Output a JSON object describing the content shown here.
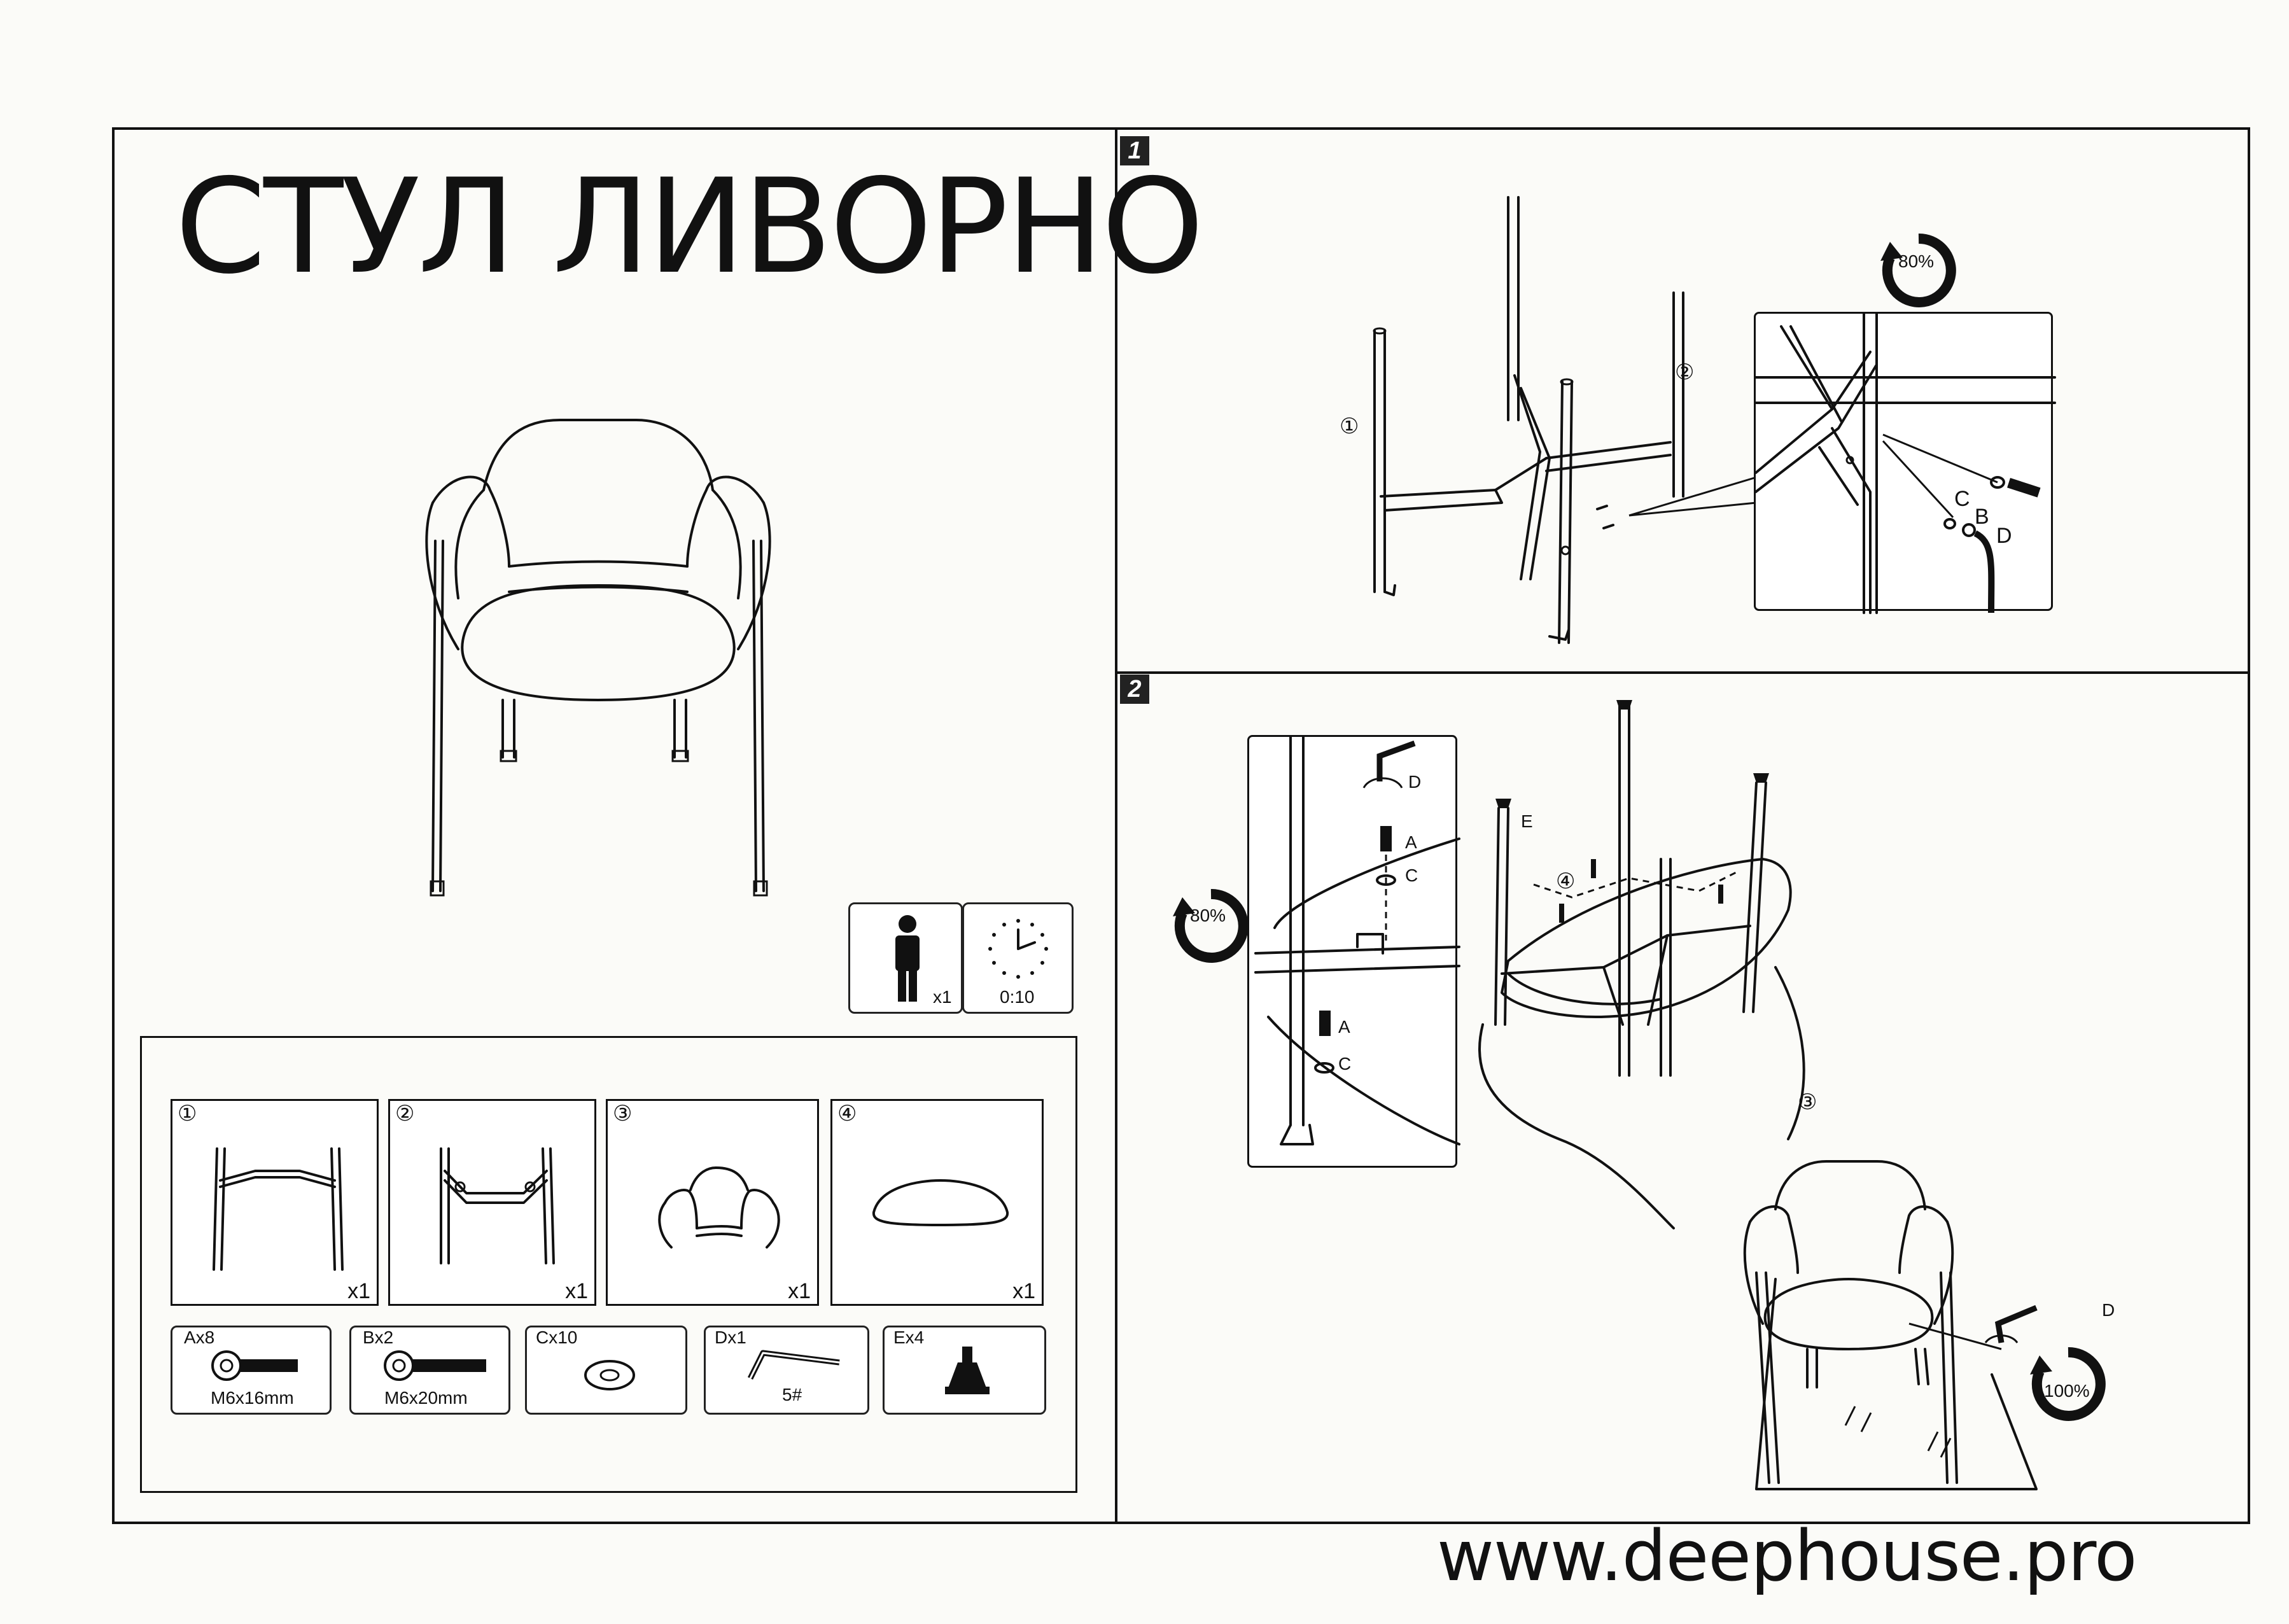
{
  "title": "СТУЛ ЛИВОРНО",
  "website": "www.deephouse.pro",
  "info": {
    "persons": "x1",
    "time": "0:10"
  },
  "parts": [
    {
      "num": "①",
      "qty": "x1",
      "icon": "leg-frame-1-icon"
    },
    {
      "num": "②",
      "qty": "x1",
      "icon": "leg-frame-2-icon"
    },
    {
      "num": "③",
      "qty": "x1",
      "icon": "backrest-icon"
    },
    {
      "num": "④",
      "qty": "x1",
      "icon": "seat-cushion-icon"
    }
  ],
  "hardware": [
    {
      "code": "Ax8",
      "spec": "M6x16mm",
      "icon": "bolt-short-icon"
    },
    {
      "code": "Bx2",
      "spec": "M6x20mm",
      "icon": "bolt-long-icon"
    },
    {
      "code": "Cx10",
      "spec": "",
      "icon": "washer-icon"
    },
    {
      "code": "Dx1",
      "spec": "5#",
      "icon": "hex-key-icon"
    },
    {
      "code": "Ex4",
      "spec": "",
      "icon": "foot-glide-icon"
    }
  ],
  "step1": {
    "number": "1",
    "torque": "80%",
    "labels": {
      "frame1": "①",
      "frame2": "②",
      "c": "C",
      "b": "B",
      "d": "D"
    }
  },
  "step2": {
    "number": "2",
    "torque_left": "80%",
    "torque_final": "100%",
    "labels": {
      "d": "D",
      "a": "A",
      "c": "C",
      "a2": "A",
      "c2": "C",
      "e": "E",
      "seat": "④",
      "back": "③",
      "d2": "D"
    }
  }
}
